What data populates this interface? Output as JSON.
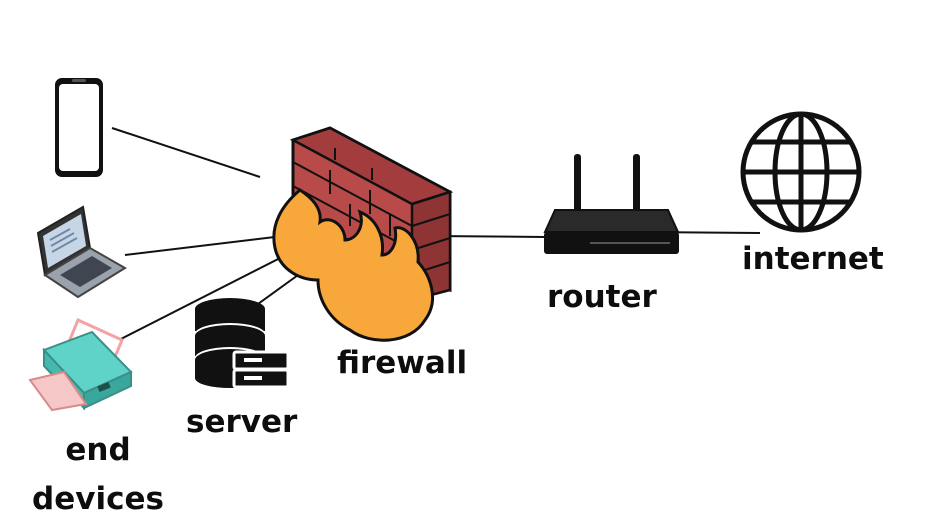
{
  "labels": {
    "end_devices_line1": "end",
    "end_devices_line2": "devices",
    "server": "server",
    "firewall": "firewall",
    "router": "router",
    "internet": "internet"
  },
  "colors": {
    "line": "#111111",
    "brick": "#b84a4a",
    "brick_dark": "#8e3434",
    "flame": "#f8a73a",
    "printer": "#5fd3c8",
    "icon_black": "#111111"
  },
  "icons": [
    "smartphone-icon",
    "laptop-icon",
    "printer-icon",
    "server-icon",
    "firewall-icon",
    "router-icon",
    "globe-icon"
  ]
}
